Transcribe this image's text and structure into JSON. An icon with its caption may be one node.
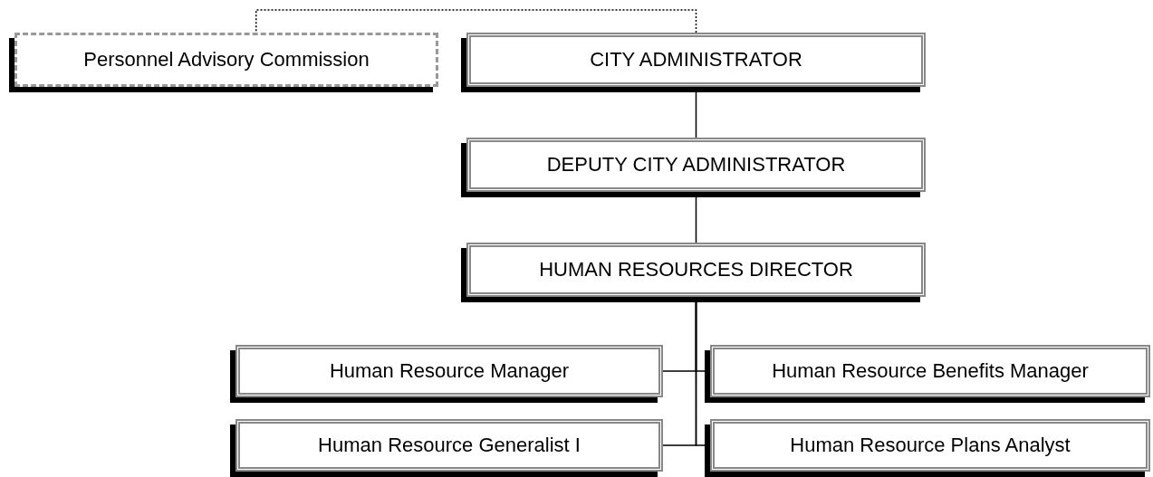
{
  "diagram": {
    "nodes": [
      {
        "text": [
          "Personnel Advisory Commission"
        ]
      },
      {
        "text": [
          "CITY ADMINISTRATOR"
        ]
      },
      {
        "text": [
          "DEPUTY CITY ADMINISTRATOR"
        ]
      },
      {
        "text": [
          "HUMAN RESOURCES DIRECTOR"
        ]
      },
      {
        "text": [
          "Human Resource Manager"
        ]
      },
      {
        "text": [
          "Human Resource Benefits Manager"
        ]
      },
      {
        "text": [
          "Human Resource Generalist I"
        ]
      },
      {
        "text": [
          "Human Resource Plans Analyst"
        ]
      }
    ],
    "edges": [
      {
        "from": 1,
        "to": 0,
        "arrow": "none",
        "style": "dashed"
      },
      {
        "from": 1,
        "to": 2,
        "arrow": "none"
      },
      {
        "from": 2,
        "to": 3,
        "arrow": "none"
      },
      {
        "from": 3,
        "to": 4,
        "arrow": "none"
      },
      {
        "from": 3,
        "to": 5,
        "arrow": "none"
      },
      {
        "from": 3,
        "to": 6,
        "arrow": "none"
      },
      {
        "from": 3,
        "to": 7,
        "arrow": "none"
      }
    ]
  }
}
